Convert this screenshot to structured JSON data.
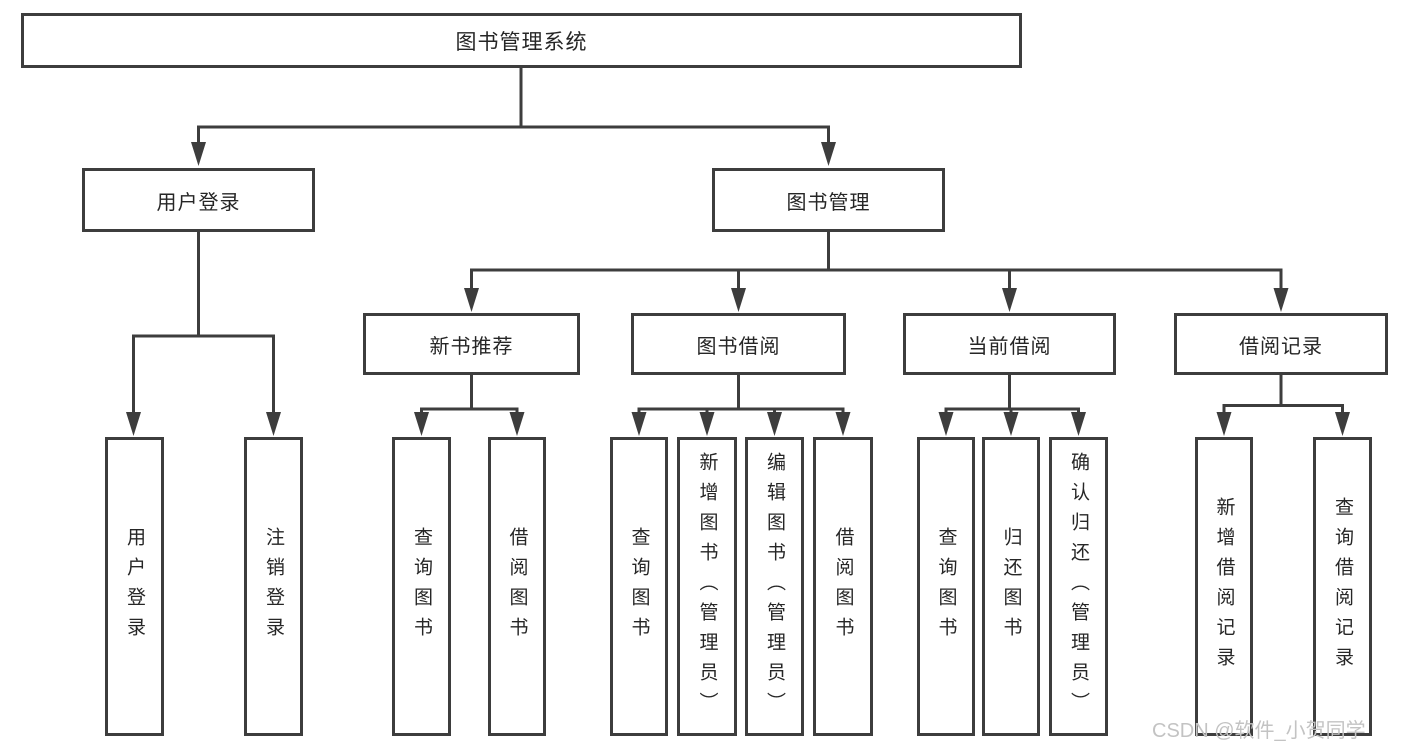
{
  "tree": {
    "root": {
      "label": "图书管理系统"
    },
    "level2": [
      {
        "label": "用户登录"
      },
      {
        "label": "图书管理"
      }
    ],
    "level3": [
      {
        "label": "新书推荐"
      },
      {
        "label": "图书借阅"
      },
      {
        "label": "当前借阅"
      },
      {
        "label": "借阅记录"
      }
    ],
    "leaves": {
      "user_login": [
        {
          "label": "用户登录"
        },
        {
          "label": "注销登录"
        }
      ],
      "new_books": [
        {
          "label": "查询图书"
        },
        {
          "label": "借阅图书"
        }
      ],
      "book_borrow": [
        {
          "label": "查询图书"
        },
        {
          "label": "新增图书（管理员）"
        },
        {
          "label": "编辑图书（管理员）"
        },
        {
          "label": "借阅图书"
        }
      ],
      "current_borrow": [
        {
          "label": "查询图书"
        },
        {
          "label": "归还图书"
        },
        {
          "label": "确认归还（管理员）"
        }
      ],
      "borrow_records": [
        {
          "label": "新增借阅记录"
        },
        {
          "label": "查询借阅记录"
        }
      ]
    }
  },
  "watermark": "CSDN @软件_小贺同学",
  "colors": {
    "line": "#3d3d3d",
    "text": "#262626",
    "watermark": "#c3c3c3",
    "background": "#ffffff"
  }
}
